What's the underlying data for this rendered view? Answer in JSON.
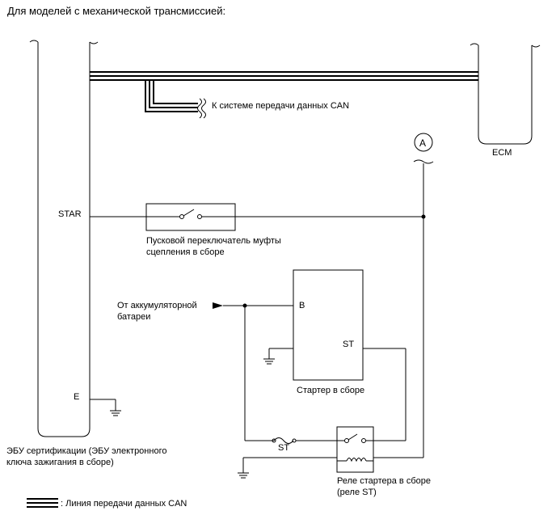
{
  "title": "Для моделей с механической трансмиссией:",
  "components": {
    "ecu_cert": {
      "name_line1": "ЭБУ сертификации (ЭБУ электронного",
      "name_line2": "ключа зажигания в сборе)",
      "pin_star": "STAR",
      "pin_e": "E"
    },
    "ecm": {
      "name": "ECM"
    },
    "clutch_switch": {
      "name_line1": "Пусковой переключатель муфты",
      "name_line2": "сцепления в сборе"
    },
    "starter": {
      "name": "Стартер в сборе",
      "pin_b": "B",
      "pin_st": "ST"
    },
    "relay": {
      "name_line1": "Реле стартера в сборе",
      "name_line2": "(реле ST)"
    },
    "fuse": {
      "name": "ST"
    },
    "connector_a": {
      "label": "A"
    }
  },
  "labels": {
    "can_system": "К системе передачи данных CAN",
    "battery_line1": "От аккумуляторной",
    "battery_line2": "батареи"
  },
  "legend": {
    "can_line": ": Линия передачи данных CAN"
  }
}
